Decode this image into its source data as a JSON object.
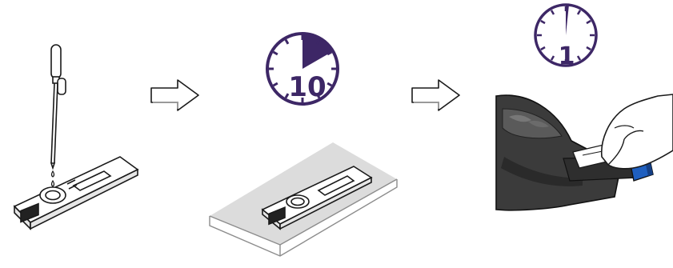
{
  "colors": {
    "timer_accent": "#3d2766",
    "outline": "#1a1a1a",
    "surface_shadow": "#d9d9d9",
    "reader_body": "#3b3b3b",
    "cap_blue": "#1f5fbf"
  },
  "steps": [
    {
      "icon": "dropper-on-test-cassette-icon"
    },
    {
      "timer": {
        "value": "10",
        "fill_fraction": 0.1667
      },
      "icon": "cassette-on-bench-icon"
    },
    {
      "timer": {
        "value": "1",
        "fill_fraction": 0.0167
      },
      "icon": "insert-into-reader-icon"
    }
  ],
  "arrows": [
    "right-arrow-icon",
    "right-arrow-icon"
  ]
}
